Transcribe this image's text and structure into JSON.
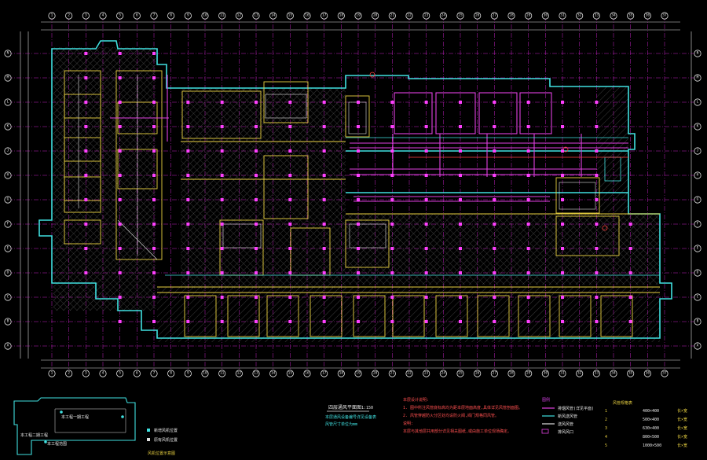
{
  "drawing": {
    "colors": {
      "background": "#000000",
      "grid": "#c020c0",
      "wall": "#e8d040",
      "outline": "#40e0e0",
      "dim": "#e0e0e0",
      "duct": "#e040e0",
      "hatch": "#8a8a8a",
      "column": "#ff40ff",
      "red": "#ff4040"
    },
    "axes_top": [
      "1",
      "2",
      "3",
      "4",
      "5",
      "6",
      "7",
      "8",
      "9",
      "10",
      "11",
      "12",
      "13",
      "14",
      "15",
      "16",
      "17",
      "18",
      "19",
      "20",
      "21",
      "22",
      "23",
      "24",
      "25",
      "26",
      "27",
      "28",
      "29",
      "30",
      "31",
      "32",
      "33",
      "34",
      "35",
      "36",
      "37"
    ],
    "axes_left": [
      "N",
      "M",
      "L",
      "K",
      "J",
      "H",
      "G",
      "F",
      "E",
      "D",
      "C",
      "B",
      "A"
    ],
    "axes_right": [
      "N",
      "M",
      "L",
      "K",
      "J",
      "H",
      "G",
      "F",
      "E",
      "D",
      "C",
      "B",
      "A"
    ]
  },
  "key_plan": {
    "labels": [
      "本工程一期工程",
      "本工程二期工程",
      "本工程范围"
    ]
  },
  "legend_small": {
    "items": [
      "新增风机位置",
      "原有风机位置"
    ],
    "caption": "风机位置示意图"
  },
  "title_block": {
    "title": "四层通风平面图",
    "scale": "1:150",
    "notes": [
      "本层通风设备编号详见设备表",
      "风管尺寸单位为mm"
    ]
  },
  "general_notes": {
    "heading": "本层设计说明:",
    "lines": [
      "1. 图中所注风管底标高均为距本层地面高度,具体详见风管剖面图。",
      "2. 风管穿越防火分区处均设防火阀,阀门规格同风管。",
      "说明:",
      "本层与其他层共用部分详见相关图纸,或由施工单位现场确定。"
    ]
  },
  "legend": {
    "heading": "图例",
    "items": [
      "排烟风管(详见平面)",
      "新风送风管",
      "送风风管",
      "排风风口"
    ]
  },
  "duct_table": {
    "heading": "风管规格表",
    "rows": [
      {
        "code": "1",
        "size": "400×400",
        "note": "长×宽"
      },
      {
        "code": "2",
        "size": "500×400",
        "note": "长×宽"
      },
      {
        "code": "3",
        "size": "630×400",
        "note": "长×宽"
      },
      {
        "code": "4",
        "size": "800×500",
        "note": "长×宽"
      },
      {
        "code": "5",
        "size": "1000×500",
        "note": "长×宽"
      }
    ]
  }
}
